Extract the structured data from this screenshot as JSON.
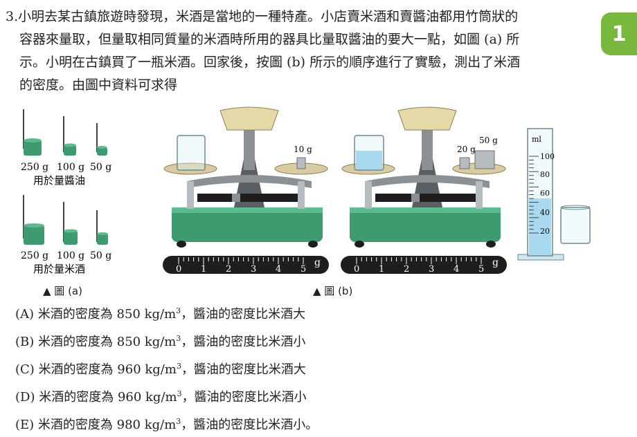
{
  "question": {
    "number": "3.",
    "line1": "小明去某古鎮旅遊時發現，米酒是當地的一種特產。小店賣米酒和賣醬油都用竹筒狀的",
    "line2": "容器來量取，但量取相同質量的米酒時所用的器具比量取醬油的要大一點，如圖 (a) 所",
    "line3": "示。小明在古鎮買了一瓶米酒。回家後，按圖 (b) 所示的順序進行了實驗，測出了米酒",
    "line4": "的密度。由圖中資料可求得"
  },
  "tab_label": "1",
  "figure_a": {
    "soy_labels": [
      "250 g",
      "100 g",
      "50 g"
    ],
    "soy_caption": "用於量醬油",
    "wine_labels": [
      "250 g",
      "100 g",
      "50 g"
    ],
    "wine_caption": "用於量米酒",
    "caption": "▲ 圖 (a)"
  },
  "figure_b": {
    "balance1_weight": "10 g",
    "balance2_weights": [
      "20 g",
      "50 g"
    ],
    "scale_numbers": [
      "0",
      "1",
      "2",
      "3",
      "4",
      "5"
    ],
    "scale_unit": "g",
    "cylinder_unit": "ml",
    "cylinder_marks": [
      "100",
      "80",
      "60",
      "40",
      "20"
    ],
    "caption": "▲ 圖 (b)"
  },
  "options": [
    {
      "label": "(A)",
      "pre": "米酒的密度為 850 kg/m",
      "sup": "3",
      "post": "，醬油的密度比米酒大"
    },
    {
      "label": "(B)",
      "pre": "米酒的密度為 850 kg/m",
      "sup": "3",
      "post": "，醬油的密度比米酒小"
    },
    {
      "label": "(C)",
      "pre": "米酒的密度為 960 kg/m",
      "sup": "3",
      "post": "，醬油的密度比米酒大"
    },
    {
      "label": "(D)",
      "pre": "米酒的密度為 960 kg/m",
      "sup": "3",
      "post": "，醬油的密度比米酒小"
    },
    {
      "label": "(E)",
      "pre": "米酒的密度為 980 kg/m",
      "sup": "3",
      "post": "，醬油的密度比米酒小。"
    }
  ],
  "colors": {
    "tab_green": "#78b83c",
    "base_green": "#3d9b6f",
    "tube_green": "#3d9b6f",
    "liquid_blue": "#a9d9ee",
    "pan_tan": "#d8cba0",
    "steel": "#8a9094",
    "scale_black": "#1e1e1e"
  }
}
